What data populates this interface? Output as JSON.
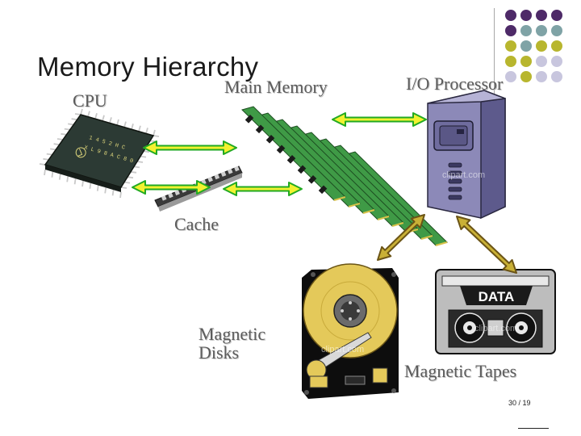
{
  "slide": {
    "title": "Memory Hierarchy",
    "labels": {
      "cpu": "CPU",
      "main_memory": "Main Memory",
      "io_processor": "I/O Processor",
      "cache": "Cache",
      "magnetic_disks": "Magnetic\nDisks",
      "magnetic_tapes": "Magnetic Tapes"
    },
    "page_number": "30 / 19"
  },
  "graphics": {
    "tape_label": "DATA",
    "chip_marking": "1 4 5 2 H C\nX L 9 8 A C 8 0",
    "watermark": "clipart.com"
  },
  "colors": {
    "arrow_green_fill": "#f2f230",
    "arrow_green_stroke": "#22aa22",
    "arrow_gold_fill": "#c9b036",
    "arrow_gold_stroke": "#6b5416",
    "dot_purple": "#4e2a68",
    "dot_teal": "#7fa3a6",
    "dot_olive": "#b8b62e",
    "dot_lavender": "#c8c6de"
  },
  "decoration": {
    "dot_grid": [
      [
        "purple",
        "purple",
        "purple",
        "purple"
      ],
      [
        "purple",
        "teal",
        "teal",
        "teal"
      ],
      [
        "olive",
        "teal",
        "olive",
        "olive"
      ],
      [
        "olive",
        "olive",
        "lavender",
        "lavender"
      ],
      [
        "lavender",
        "olive",
        "lavender",
        "lavender"
      ]
    ]
  }
}
